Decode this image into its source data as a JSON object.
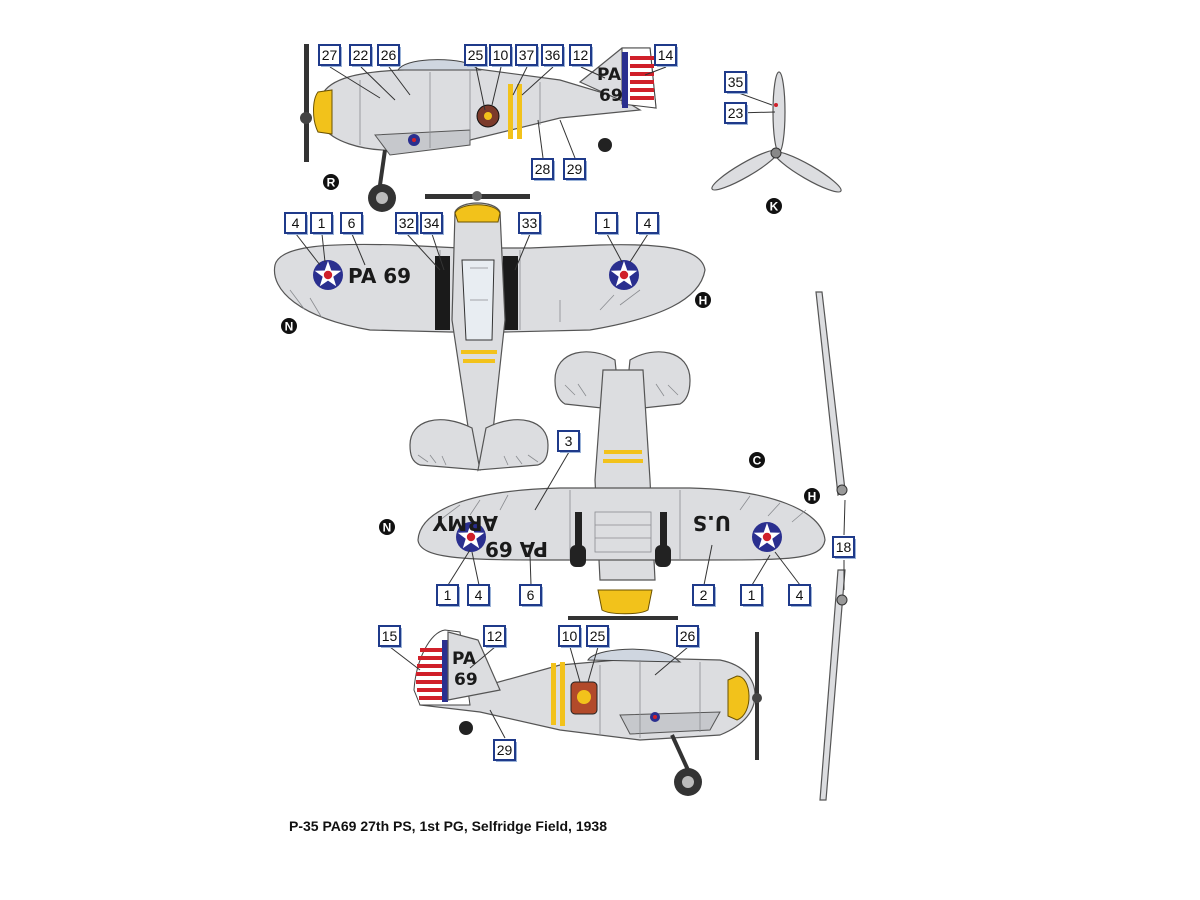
{
  "caption": "P-35 PA69 27th PS, 1st PG, Selfridge Field, 1938",
  "tail_code_line1": "PA",
  "tail_code_line2": "69",
  "wing_code": "PA 69",
  "underwing_army": "ARMY",
  "underwing_code": "PA 69",
  "underwing_us": "U.S",
  "callouts": {
    "c27": "27",
    "c22": "22",
    "c26a": "26",
    "c25a": "25",
    "c10a": "10",
    "c37": "37",
    "c36": "36",
    "c12a": "12",
    "c14": "14",
    "c28": "28",
    "c29a": "29",
    "c35": "35",
    "c23": "23",
    "c4a": "4",
    "c1a": "1",
    "c6a": "6",
    "c32": "32",
    "c34": "34",
    "c33": "33",
    "c1b": "1",
    "c4b": "4",
    "c3": "3",
    "c1c": "1",
    "c4c": "4",
    "c6b": "6",
    "c2": "2",
    "c1d": "1",
    "c4d": "4",
    "c18": "18",
    "c15": "15",
    "c12b": "12",
    "c10b": "10",
    "c25b": "25",
    "c26b": "26",
    "c29b": "29"
  },
  "view_letters": {
    "R": "R",
    "K": "K",
    "N1": "N",
    "H1": "H",
    "C": "C",
    "N2": "N",
    "H2": "H"
  },
  "colors": {
    "aluminium": "#dcdde0",
    "yellow": "#f2c21b",
    "insignia_blue": "#2a2f8f",
    "insignia_red": "#d0202a",
    "anti_glare_black": "#1a1a1a",
    "callout_border": "#1f3a8a"
  }
}
